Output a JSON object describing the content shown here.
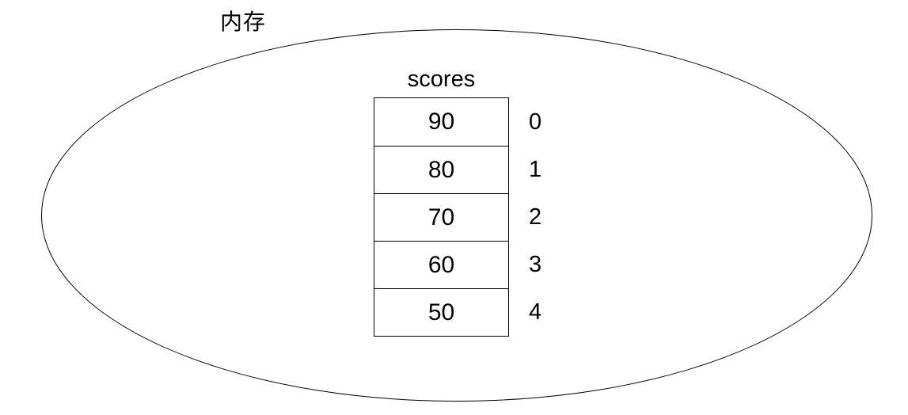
{
  "diagram": {
    "memory_label": "内存",
    "array_label": "scores"
  },
  "array": {
    "cells": [
      {
        "value": "90",
        "index": "0"
      },
      {
        "value": "80",
        "index": "1"
      },
      {
        "value": "70",
        "index": "2"
      },
      {
        "value": "60",
        "index": "3"
      },
      {
        "value": "50",
        "index": "4"
      }
    ]
  },
  "colors": {
    "background": "#ffffff",
    "stroke": "#000000",
    "text": "#000000"
  }
}
